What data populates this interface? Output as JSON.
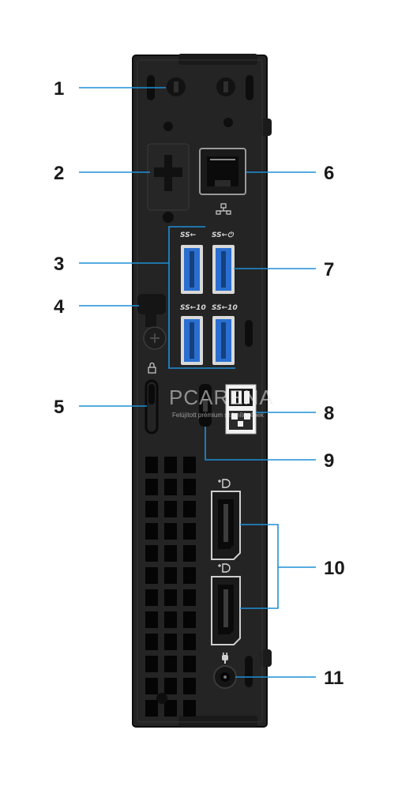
{
  "callouts": [
    "1",
    "2",
    "3",
    "4",
    "5",
    "6",
    "7",
    "8",
    "9",
    "10",
    "11"
  ],
  "usb_labels": [
    "SS←",
    "SS←⏻",
    "SS←10",
    "SS←10"
  ],
  "watermark": {
    "brand": "PCARENA",
    "tagline": "Felújított prémium számítógépek"
  },
  "icons": {
    "network": "network-icon",
    "lock": "padlock-icon",
    "displayport": "displayport-icon",
    "power": "power-plug-icon",
    "wedge_lock": "wedge-lock-icon"
  },
  "colors": {
    "chassis": "#252525",
    "chassis_edge": "#111111",
    "leader_line": "#1f8fd6",
    "usb_blue": "#2a6fd0",
    "callout_text": "#1a1a1a"
  }
}
